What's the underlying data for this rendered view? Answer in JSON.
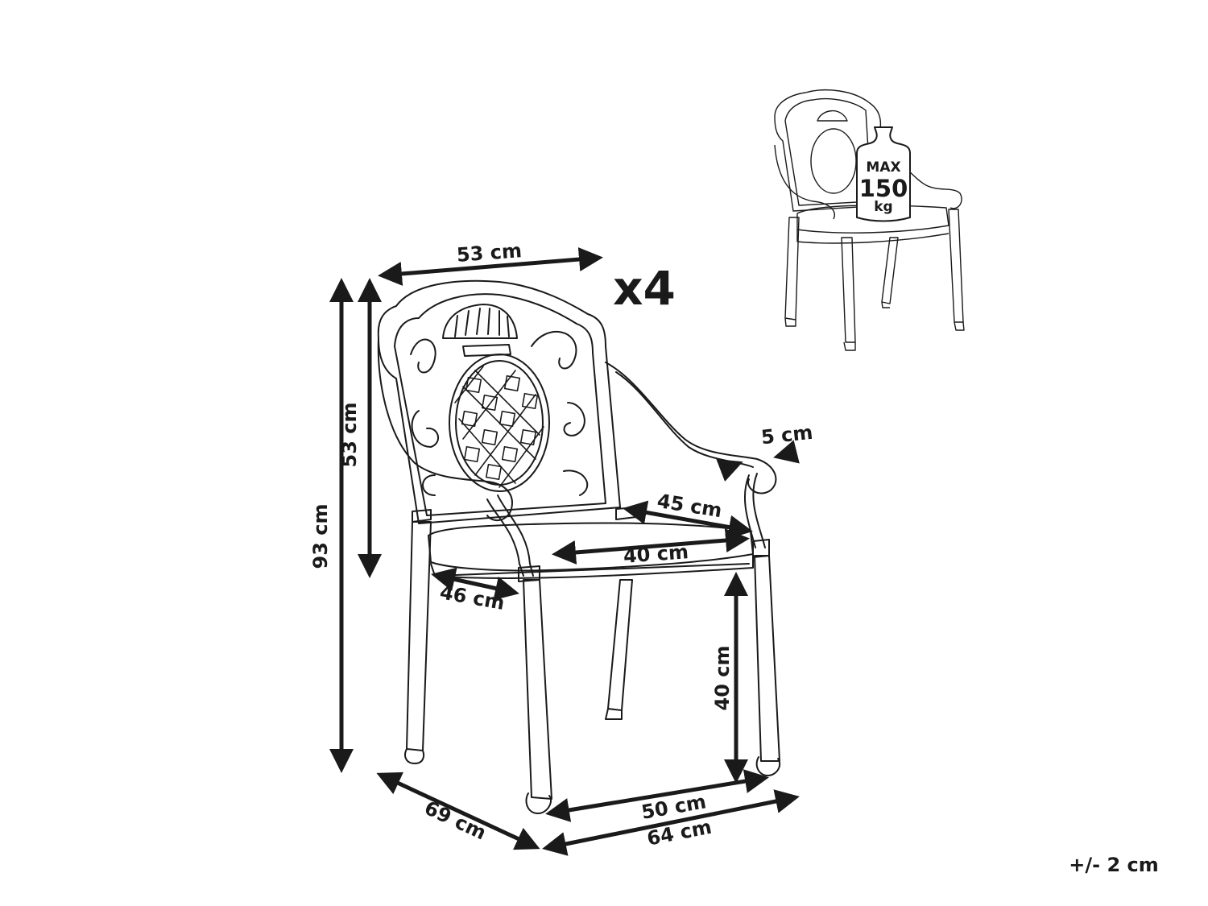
{
  "diagram": {
    "type": "product-dimension-drawing",
    "subject": "ornate cast garden armchair with seat cushion",
    "quantity_label": "x4",
    "tolerance_label": "+/- 2 cm",
    "colors": {
      "line": "#1a1a1a",
      "background": "#ffffff"
    }
  },
  "dimensions": {
    "back_width": "53 cm",
    "total_height": "93 cm",
    "back_height": "53 cm",
    "armrest_width": "5 cm",
    "seat_depth": "45 cm",
    "seat_width": "40 cm",
    "seat_side_depth": "46 cm",
    "seat_height": "40 cm",
    "leg_span_width": "50 cm",
    "overall_width": "64 cm",
    "overall_depth": "69 cm"
  },
  "load_badge": {
    "line1": "MAX",
    "line2": "150",
    "line3": "kg",
    "icon": "weight-icon"
  }
}
